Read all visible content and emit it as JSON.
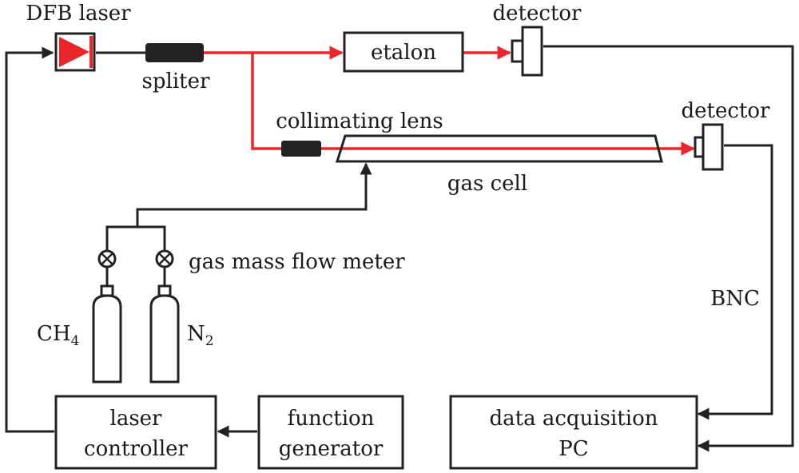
{
  "labels": {
    "dfb_laser": "DFB laser",
    "splitter": "spliter",
    "etalon": "etalon",
    "detector_top": "detector",
    "detector_mid": "detector",
    "collimating_lens": "collimating lens",
    "gas_cell": "gas cell",
    "flow_meter": "gas mass flow meter",
    "ch4_base": "CH",
    "ch4_sub": "4",
    "n2_base": "N",
    "n2_sub": "2",
    "bnc": "BNC",
    "laser_controller_line1": "laser",
    "laser_controller_line2": "controller",
    "function_generator_line1": "function",
    "function_generator_line2": "generator",
    "daq_line1": "data acquisition",
    "daq_line2": "PC"
  },
  "colors": {
    "laser_beam": "#e8262c",
    "wire": "#222222",
    "component_fill": "#222222",
    "laser_triangle": "#e8262c"
  },
  "icons": {
    "valve": "valve-circle-x-icon",
    "cylinder": "gas-cylinder-icon",
    "laser": "laser-diode-icon",
    "detector": "photodetector-icon"
  }
}
